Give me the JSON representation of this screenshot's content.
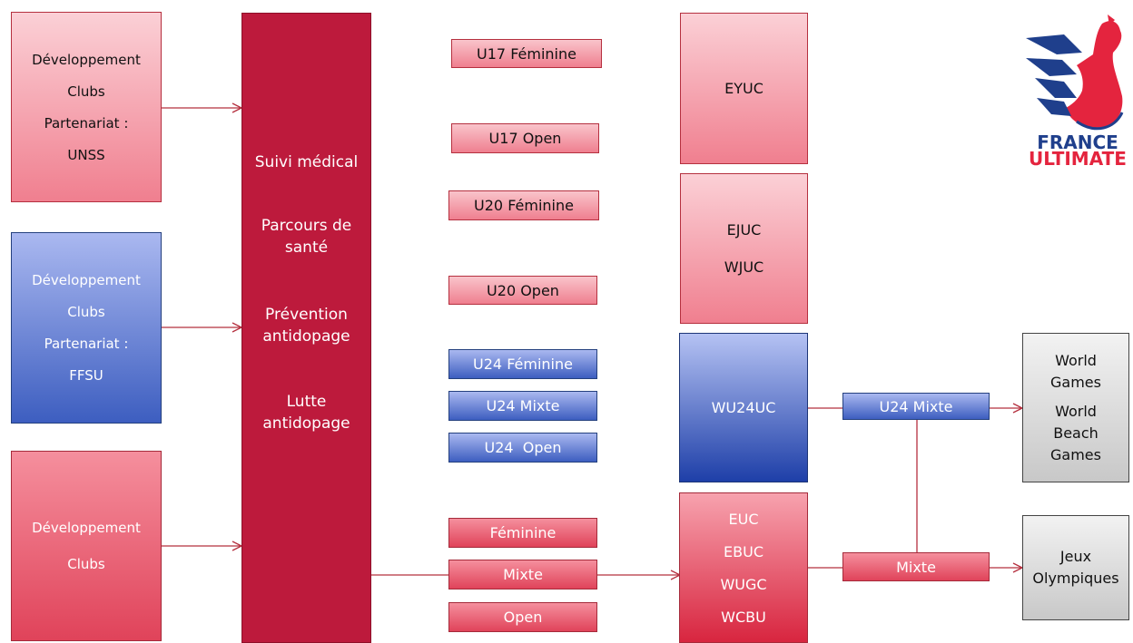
{
  "left": [
    {
      "lines": [
        "Développement",
        "Clubs",
        "Partenariat :",
        "UNSS"
      ]
    },
    {
      "lines": [
        "Développement",
        "Clubs",
        "Partenariat :",
        "FFSU"
      ]
    },
    {
      "lines": [
        "Développement",
        "Clubs"
      ]
    }
  ],
  "center": {
    "lines": [
      "Suivi médical",
      "Parcours de santé",
      "Prévention antidopage",
      "Lutte antidopage"
    ]
  },
  "categories": [
    "U17 Féminine",
    "U17 Open",
    "U20 Féminine",
    "U20 Open",
    "U24 Féminine",
    "U24 Mixte",
    "U24  Open",
    "Féminine",
    "Mixte",
    "Open"
  ],
  "events": {
    "eyuc": "EYUC",
    "ejuc": [
      "EJUC",
      "WJUC"
    ],
    "wu24uc": "WU24UC",
    "euc": [
      "EUC",
      "EBUC",
      "WUGC",
      "WCBU"
    ]
  },
  "right": {
    "u24_mixte": "U24 Mixte",
    "mixte": "Mixte",
    "world": [
      "World Games",
      "World Beach Games"
    ],
    "jo": [
      "Jeux",
      "Olympiques"
    ]
  },
  "logo": {
    "line1": "FRANCE",
    "line2": "ULTIMATE",
    "colors": {
      "blue": "#1f3f8c",
      "red": "#e4243e"
    }
  },
  "colors": {
    "crimson": "#bd1a3c",
    "pink": "#f4a3ae",
    "blue": "#3d5ec0",
    "connector": "#b5303f"
  }
}
